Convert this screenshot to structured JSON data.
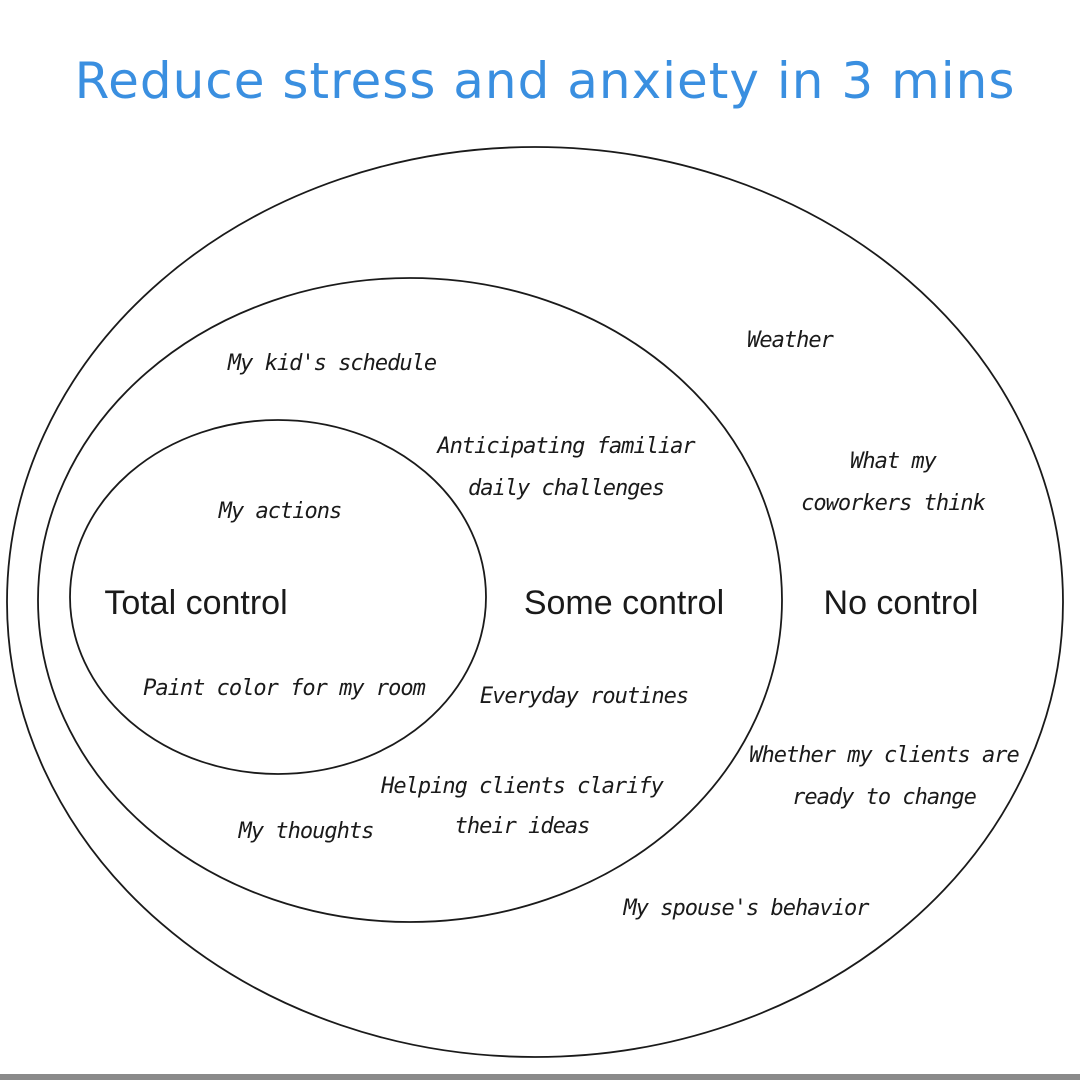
{
  "title": "Reduce stress and anxiety in 3 mins",
  "zones": {
    "total": "Total control",
    "some": "Some control",
    "none": "No control"
  },
  "notes": {
    "total": [
      "My actions",
      "Paint color for my room"
    ],
    "some": [
      "My kid's schedule",
      [
        "Anticipating familiar",
        "daily challenges"
      ],
      "Everyday routines",
      [
        "Helping clients clarify",
        "their ideas"
      ],
      "My thoughts"
    ],
    "none": [
      "Weather",
      [
        "What my",
        "coworkers think"
      ],
      [
        "Whether my clients are",
        "ready to change"
      ],
      "My spouse's behavior"
    ]
  },
  "colors": {
    "title": "#3a8fe0",
    "ink": "#1a1a1a"
  }
}
